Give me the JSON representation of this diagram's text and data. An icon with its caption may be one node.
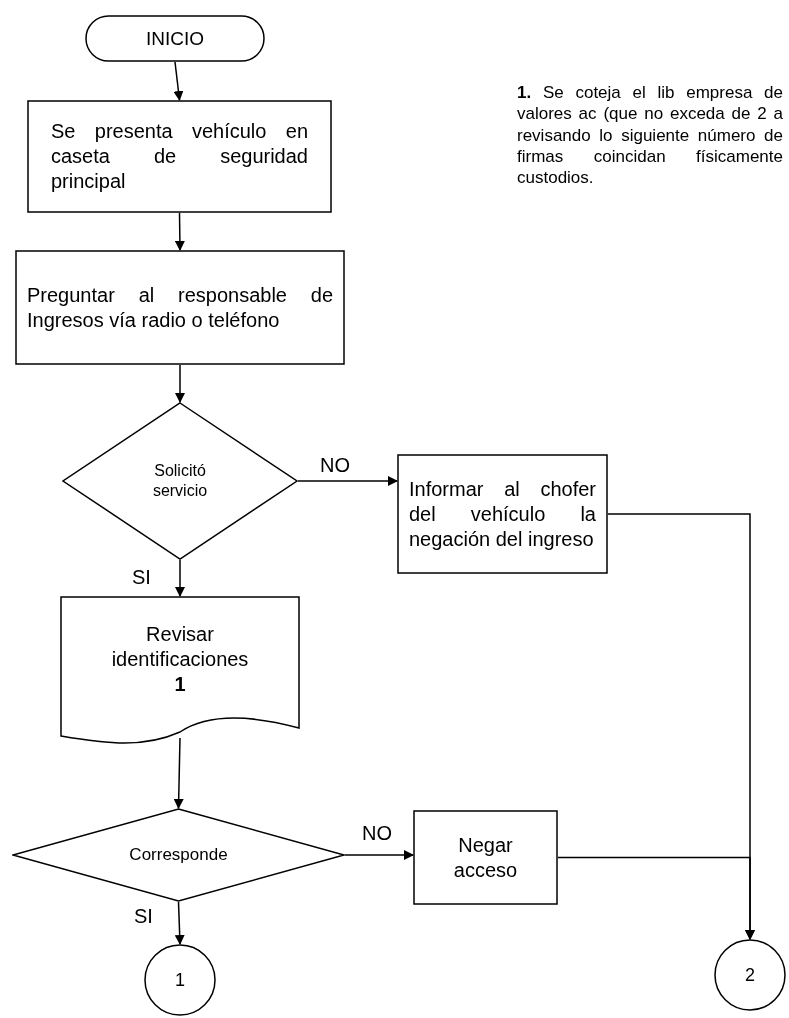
{
  "diagram": {
    "nodes": [
      {
        "text": [
          "INICIO"
        ]
      },
      {
        "text": [
          "Se presenta vehículo en caseta de seguridad principal"
        ]
      },
      {
        "text": [
          "Preguntar al responsable de Ingresos vía radio o teléfono"
        ]
      },
      {
        "text": [
          "Solicitó servicio"
        ]
      },
      {
        "text": [
          "Informar al chofer del vehículo la negación del ingreso"
        ]
      },
      {
        "text": [
          "Revisar identificaciones",
          "1"
        ]
      },
      {
        "text": [
          "Corresponde"
        ]
      },
      {
        "text": [
          "Negar acceso"
        ]
      },
      {
        "text": [
          "1"
        ]
      },
      {
        "text": [
          "2"
        ]
      }
    ],
    "edges": [
      {
        "from": 0,
        "to": 1,
        "arrow": "to"
      },
      {
        "from": 1,
        "to": 2,
        "arrow": "to"
      },
      {
        "from": 2,
        "to": 3,
        "arrow": "to"
      },
      {
        "from": 3,
        "to": 4,
        "arrow": "to",
        "label": "NO"
      },
      {
        "from": 3,
        "to": 5,
        "arrow": "to",
        "label": "SI"
      },
      {
        "from": 5,
        "to": 6,
        "arrow": "to"
      },
      {
        "from": 6,
        "to": 7,
        "arrow": "to",
        "label": "NO"
      },
      {
        "from": 6,
        "to": 8,
        "arrow": "to",
        "label": "SI"
      },
      {
        "from": 4,
        "to": 9,
        "arrow": "to"
      },
      {
        "from": 7,
        "to": 9,
        "arrow": "to"
      }
    ],
    "labels": [
      "**1.** Se coteja el lib empresa de valores ac (que no exceda de 2 a revisando lo siguiente número de firmas coincidan físicamente custodios."
    ]
  }
}
